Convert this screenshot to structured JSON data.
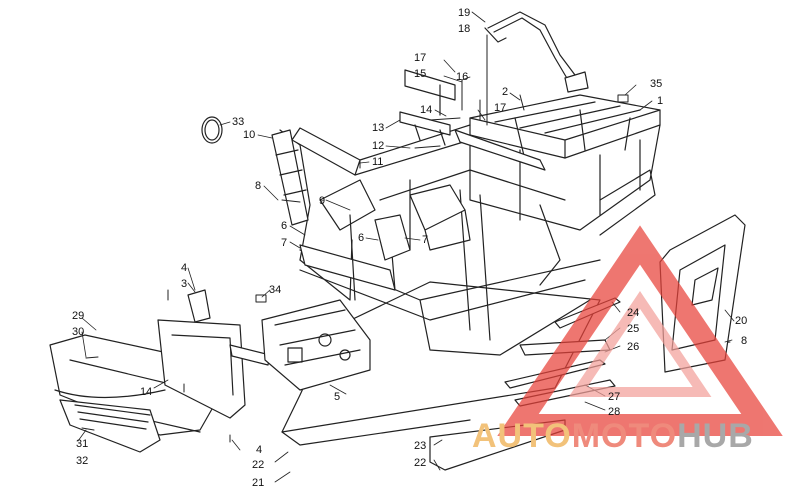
{
  "callouts": [
    {
      "id": "c19",
      "text": "19"
    },
    {
      "id": "c18",
      "text": "18"
    },
    {
      "id": "c17a",
      "text": "17"
    },
    {
      "id": "c15",
      "text": "15"
    },
    {
      "id": "c16",
      "text": "16"
    },
    {
      "id": "c2",
      "text": "2"
    },
    {
      "id": "c17b",
      "text": "17"
    },
    {
      "id": "c14a",
      "text": "14"
    },
    {
      "id": "c35",
      "text": "35"
    },
    {
      "id": "c1",
      "text": "1"
    },
    {
      "id": "c33",
      "text": "33"
    },
    {
      "id": "c10",
      "text": "10"
    },
    {
      "id": "c13",
      "text": "13"
    },
    {
      "id": "c12",
      "text": "12"
    },
    {
      "id": "c11",
      "text": "11"
    },
    {
      "id": "c8a",
      "text": "8"
    },
    {
      "id": "c9",
      "text": "9"
    },
    {
      "id": "c6a",
      "text": "6"
    },
    {
      "id": "c7a",
      "text": "7"
    },
    {
      "id": "c6b",
      "text": "6"
    },
    {
      "id": "c7b",
      "text": "7"
    },
    {
      "id": "c4a",
      "text": "4"
    },
    {
      "id": "c3",
      "text": "3"
    },
    {
      "id": "c34",
      "text": "34"
    },
    {
      "id": "c29",
      "text": "29"
    },
    {
      "id": "c30",
      "text": "30"
    },
    {
      "id": "c14b",
      "text": "14"
    },
    {
      "id": "c5",
      "text": "5"
    },
    {
      "id": "c31",
      "text": "31"
    },
    {
      "id": "c32",
      "text": "32"
    },
    {
      "id": "c4b",
      "text": "4"
    },
    {
      "id": "c22a",
      "text": "22"
    },
    {
      "id": "c21",
      "text": "21"
    },
    {
      "id": "c23",
      "text": "23"
    },
    {
      "id": "c22b",
      "text": "22"
    },
    {
      "id": "c24",
      "text": "24"
    },
    {
      "id": "c25",
      "text": "25"
    },
    {
      "id": "c26",
      "text": "26"
    },
    {
      "id": "c27",
      "text": "27"
    },
    {
      "id": "c28",
      "text": "28"
    },
    {
      "id": "c20",
      "text": "20"
    },
    {
      "id": "c8b",
      "text": "8"
    }
  ],
  "watermark": {
    "part1": "AUTO",
    "part2": "MOTO",
    "part3": "HUB",
    "color1": "#f2c27a",
    "color2": "#ef8a7c",
    "color3": "#a8a8a8",
    "triangle_color": "#e8423a"
  },
  "colors": {
    "line": "#222222",
    "background": "#ffffff"
  }
}
